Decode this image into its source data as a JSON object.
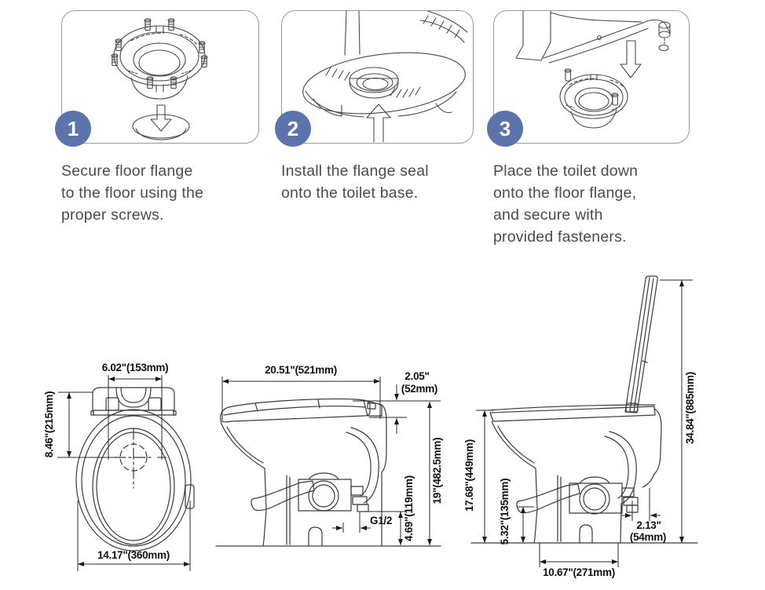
{
  "colors": {
    "badge_blue": "#5b74ab",
    "arrow_blue": "#2e7fd0",
    "seal_blue": "#a9cdec",
    "line_dark": "#3a3a3a",
    "panel_border": "#9b9b9b",
    "caption_gray": "#4c4c4c"
  },
  "steps": [
    {
      "number": "1",
      "caption": "Secure floor flange\nto the floor using the\nproper screws."
    },
    {
      "number": "2",
      "caption": "Install the flange seal\nonto the toilet base."
    },
    {
      "number": "3",
      "caption": "Place the toilet down\nonto the floor flange,\nand secure with\nprovided fasteners."
    }
  ],
  "drawings": {
    "top_view": {
      "top_width": "6.02\"(153mm)",
      "left_height": "8.46\"(215mm)",
      "bottom_width": "14.17\"(360mm)"
    },
    "side_view": {
      "top_depth": "20.51\"(521mm)",
      "lid_thickness": "2.05\"",
      "lid_thickness_mm": "(52mm)",
      "total_height": "19\"(482.5mm)",
      "inlet_height": "4.69\"(119mm)",
      "thread": "G1/2"
    },
    "open_view": {
      "open_height": "34.84\"(885mm)",
      "seat_height": "17.68\"(449mm)",
      "pedal_height": "5.32\"(135mm)",
      "back_offset": "2.13\"",
      "back_offset_mm": "(54mm)",
      "base_depth": "10.67\"(271mm)"
    }
  }
}
